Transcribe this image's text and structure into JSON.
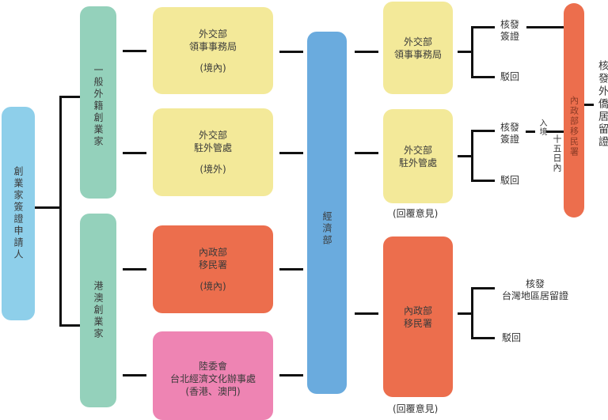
{
  "colors": {
    "applicant": "#8ECFEA",
    "category": "#94D1BB",
    "mofa": "#F3E999",
    "nia": "#EC6E4D",
    "mac": "#EE84B3",
    "moea": "#6AABDE",
    "connector": "#111111"
  },
  "applicant": {
    "label": "創業家簽證申請人"
  },
  "categories": [
    {
      "label": "一般外籍創業家"
    },
    {
      "label": "港澳創業家"
    }
  ],
  "intake_offices": [
    {
      "line1": "外交部",
      "line2": "領事事務局",
      "note": "(境內)"
    },
    {
      "line1": "外交部",
      "line2": "駐外管處",
      "note": "(境外)"
    },
    {
      "line1": "內政部",
      "line2": "移民署",
      "note": "(境內)"
    },
    {
      "line1": "陸委會",
      "line2": "台北經濟文化辦事處",
      "note": "(香港、澳門)"
    }
  ],
  "moea": {
    "label": "經濟部"
  },
  "reviewers": [
    {
      "line1": "外交部",
      "line2": "領事事務局"
    },
    {
      "line1": "外交部",
      "line2": "駐外管處"
    },
    {
      "line1": "內政部",
      "line2": "移民署"
    }
  ],
  "reply_notes": [
    "(回覆意見)",
    "(回覆意見)"
  ],
  "outcomes": {
    "approve_visa": "核發\n簽證",
    "reject": "駁回",
    "approve_taiwan_residence": "核發\n台灣地區居留證"
  },
  "entry_label": "入境",
  "within_days_label": "十五日內",
  "nia_final": {
    "label": "內政部移民署"
  },
  "final_result": {
    "label": "核發外僑居留證"
  }
}
